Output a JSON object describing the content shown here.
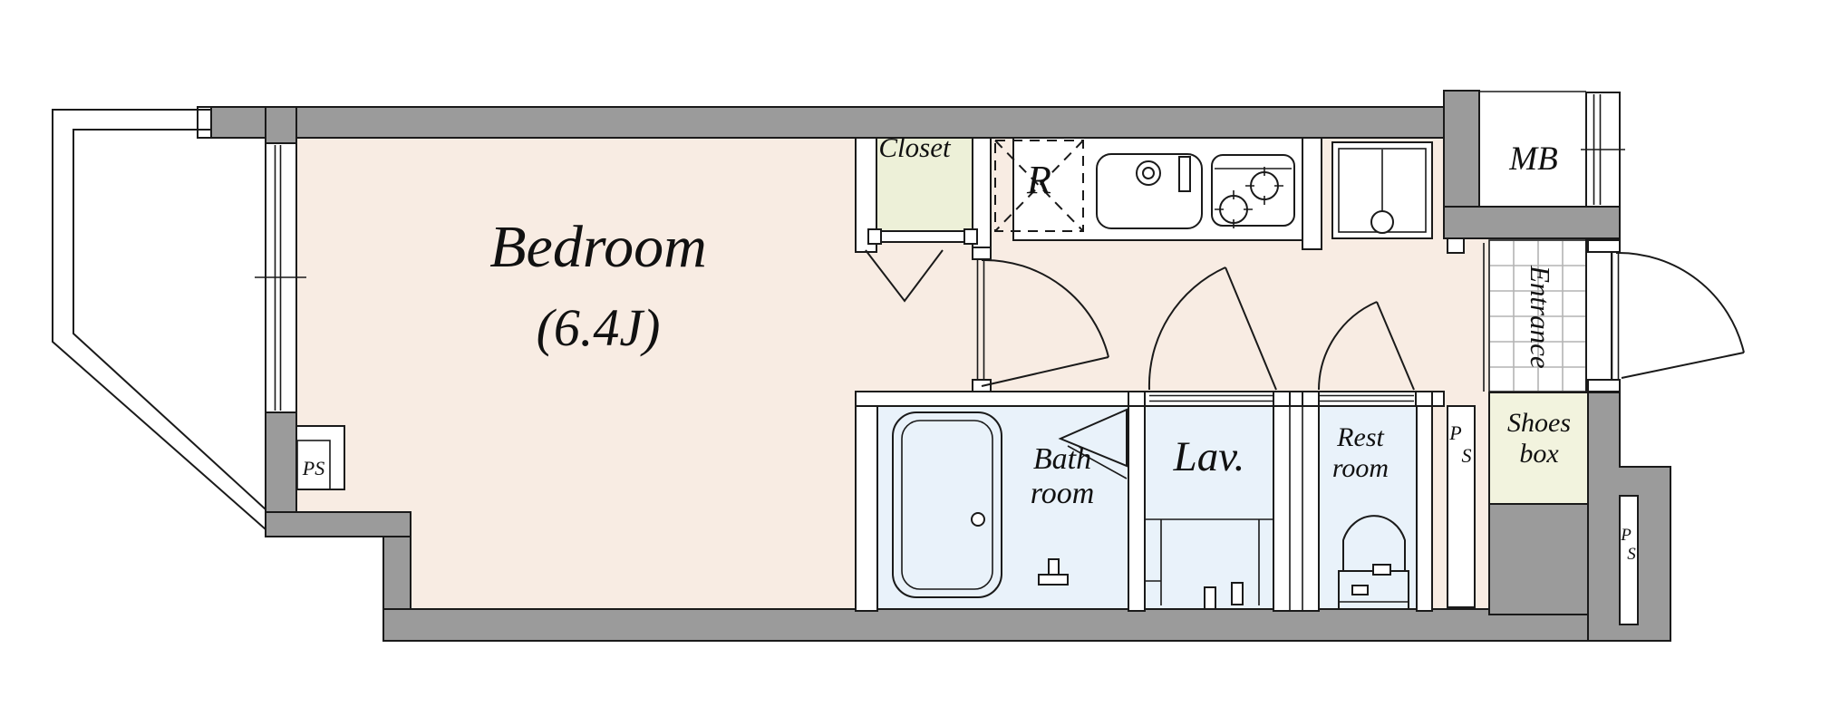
{
  "title": "apartment-floor-plan",
  "colors": {
    "wall_gray": "#9b9b9b",
    "floor_cream": "#f8ece3",
    "wet_blue": "#e9f2fa",
    "tub_blue": "#eef6fc",
    "closet_green": "#edf0d8",
    "shoes_cream": "#f2f3de",
    "line": "#1a1a1a",
    "tile_grout": "#b4b4b4"
  },
  "rooms": {
    "bedroom": {
      "name": "Bedroom",
      "size": "(6.4J)"
    },
    "closet": {
      "name": "Closet"
    },
    "refrigerator_space": {
      "name": "R"
    },
    "meter_box": {
      "name": "MB"
    },
    "entrance": {
      "name": "Entrance"
    },
    "bathroom": {
      "line1": "Bath",
      "line2": "room"
    },
    "lavatory": {
      "name": "Lav."
    },
    "restroom": {
      "line1": "Rest",
      "line2": "room"
    },
    "shoes_box": {
      "line1": "Shoes",
      "line2": "box"
    },
    "pipe_space_bedroom": {
      "name": "PS"
    },
    "pipe_space_hall": {
      "line1": "P",
      "line2": "S"
    },
    "pipe_space_outside": {
      "line1": "P",
      "line2": "S"
    }
  }
}
